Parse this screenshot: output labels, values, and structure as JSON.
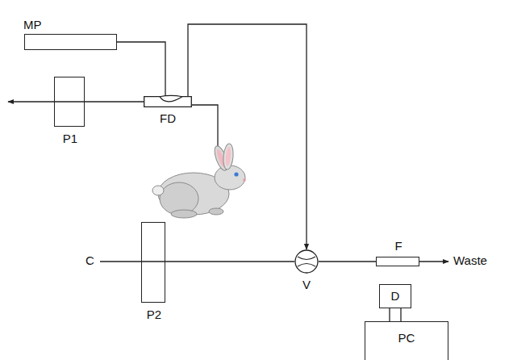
{
  "diagram": {
    "nodes": [
      {
        "text": [
          "MP"
        ]
      },
      {
        "text": [
          "FD"
        ]
      },
      {
        "text": [
          "P1"
        ]
      },
      {
        "text": [
          "P2"
        ]
      },
      {
        "text": [
          "V"
        ]
      },
      {
        "text": [
          "F"
        ]
      },
      {
        "text": [
          "D"
        ]
      },
      {
        "text": [
          "PC"
        ]
      }
    ],
    "edges": [
      {
        "from": 0,
        "to": 1,
        "arrow": "none"
      },
      {
        "from": 1,
        "to": 2,
        "arrow": "none"
      },
      {
        "from": 1,
        "to": 4,
        "arrow": "to"
      },
      {
        "from": 3,
        "to": 4,
        "arrow": "none"
      },
      {
        "from": 4,
        "to": 5,
        "arrow": "none"
      },
      {
        "from": 6,
        "to": 7,
        "arrow": "none"
      }
    ],
    "labels": [
      "C",
      "Waste"
    ]
  }
}
